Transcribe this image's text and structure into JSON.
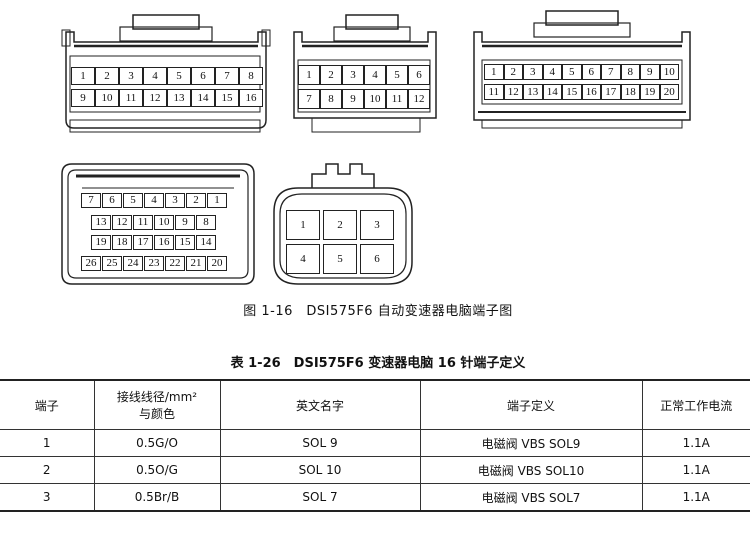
{
  "connectors": {
    "c16": {
      "row1": [
        "1",
        "2",
        "3",
        "4",
        "5",
        "6",
        "7",
        "8"
      ],
      "row2": [
        "9",
        "10",
        "11",
        "12",
        "13",
        "14",
        "15",
        "16"
      ]
    },
    "c12": {
      "row1": [
        "1",
        "2",
        "3",
        "4",
        "5",
        "6"
      ],
      "row2": [
        "7",
        "8",
        "9",
        "10",
        "11",
        "12"
      ]
    },
    "c20": {
      "row1": [
        "1",
        "2",
        "3",
        "4",
        "5",
        "6",
        "7",
        "8",
        "9",
        "10"
      ],
      "row2": [
        "11",
        "12",
        "13",
        "14",
        "15",
        "16",
        "17",
        "18",
        "19",
        "20"
      ]
    },
    "c26": {
      "row1": [
        "7",
        "6",
        "5",
        "4",
        "3",
        "2",
        "1"
      ],
      "row2": [
        "13",
        "12",
        "11",
        "10",
        "9",
        "8"
      ],
      "row3": [
        "19",
        "18",
        "17",
        "16",
        "15",
        "14"
      ],
      "row4": [
        "26",
        "25",
        "24",
        "23",
        "22",
        "21",
        "20"
      ]
    },
    "c6": {
      "row1": [
        "1",
        "2",
        "3"
      ],
      "row2": [
        "4",
        "5",
        "6"
      ]
    }
  },
  "figure_caption": "图 1-16　DSI575F6 自动变速器电脑端子图",
  "table": {
    "title": "表 1-26　DSI575F6 变速器电脑 16 针端子定义",
    "headers": {
      "terminal": "端子",
      "wire_line1": "接线线径/mm²",
      "wire_line2": "与颜色",
      "english_name": "英文名字",
      "definition": "端子定义",
      "current": "正常工作电流"
    },
    "rows": [
      {
        "terminal": "1",
        "wire": "0.5G/O",
        "name": "SOL 9",
        "definition": "电磁阀 VBS SOL9",
        "current": "1.1A"
      },
      {
        "terminal": "2",
        "wire": "0.5O/G",
        "name": "SOL 10",
        "definition": "电磁阀 VBS SOL10",
        "current": "1.1A"
      },
      {
        "terminal": "3",
        "wire": "0.5Br/B",
        "name": "SOL 7",
        "definition": "电磁阀 VBS SOL7",
        "current": "1.1A"
      }
    ]
  }
}
